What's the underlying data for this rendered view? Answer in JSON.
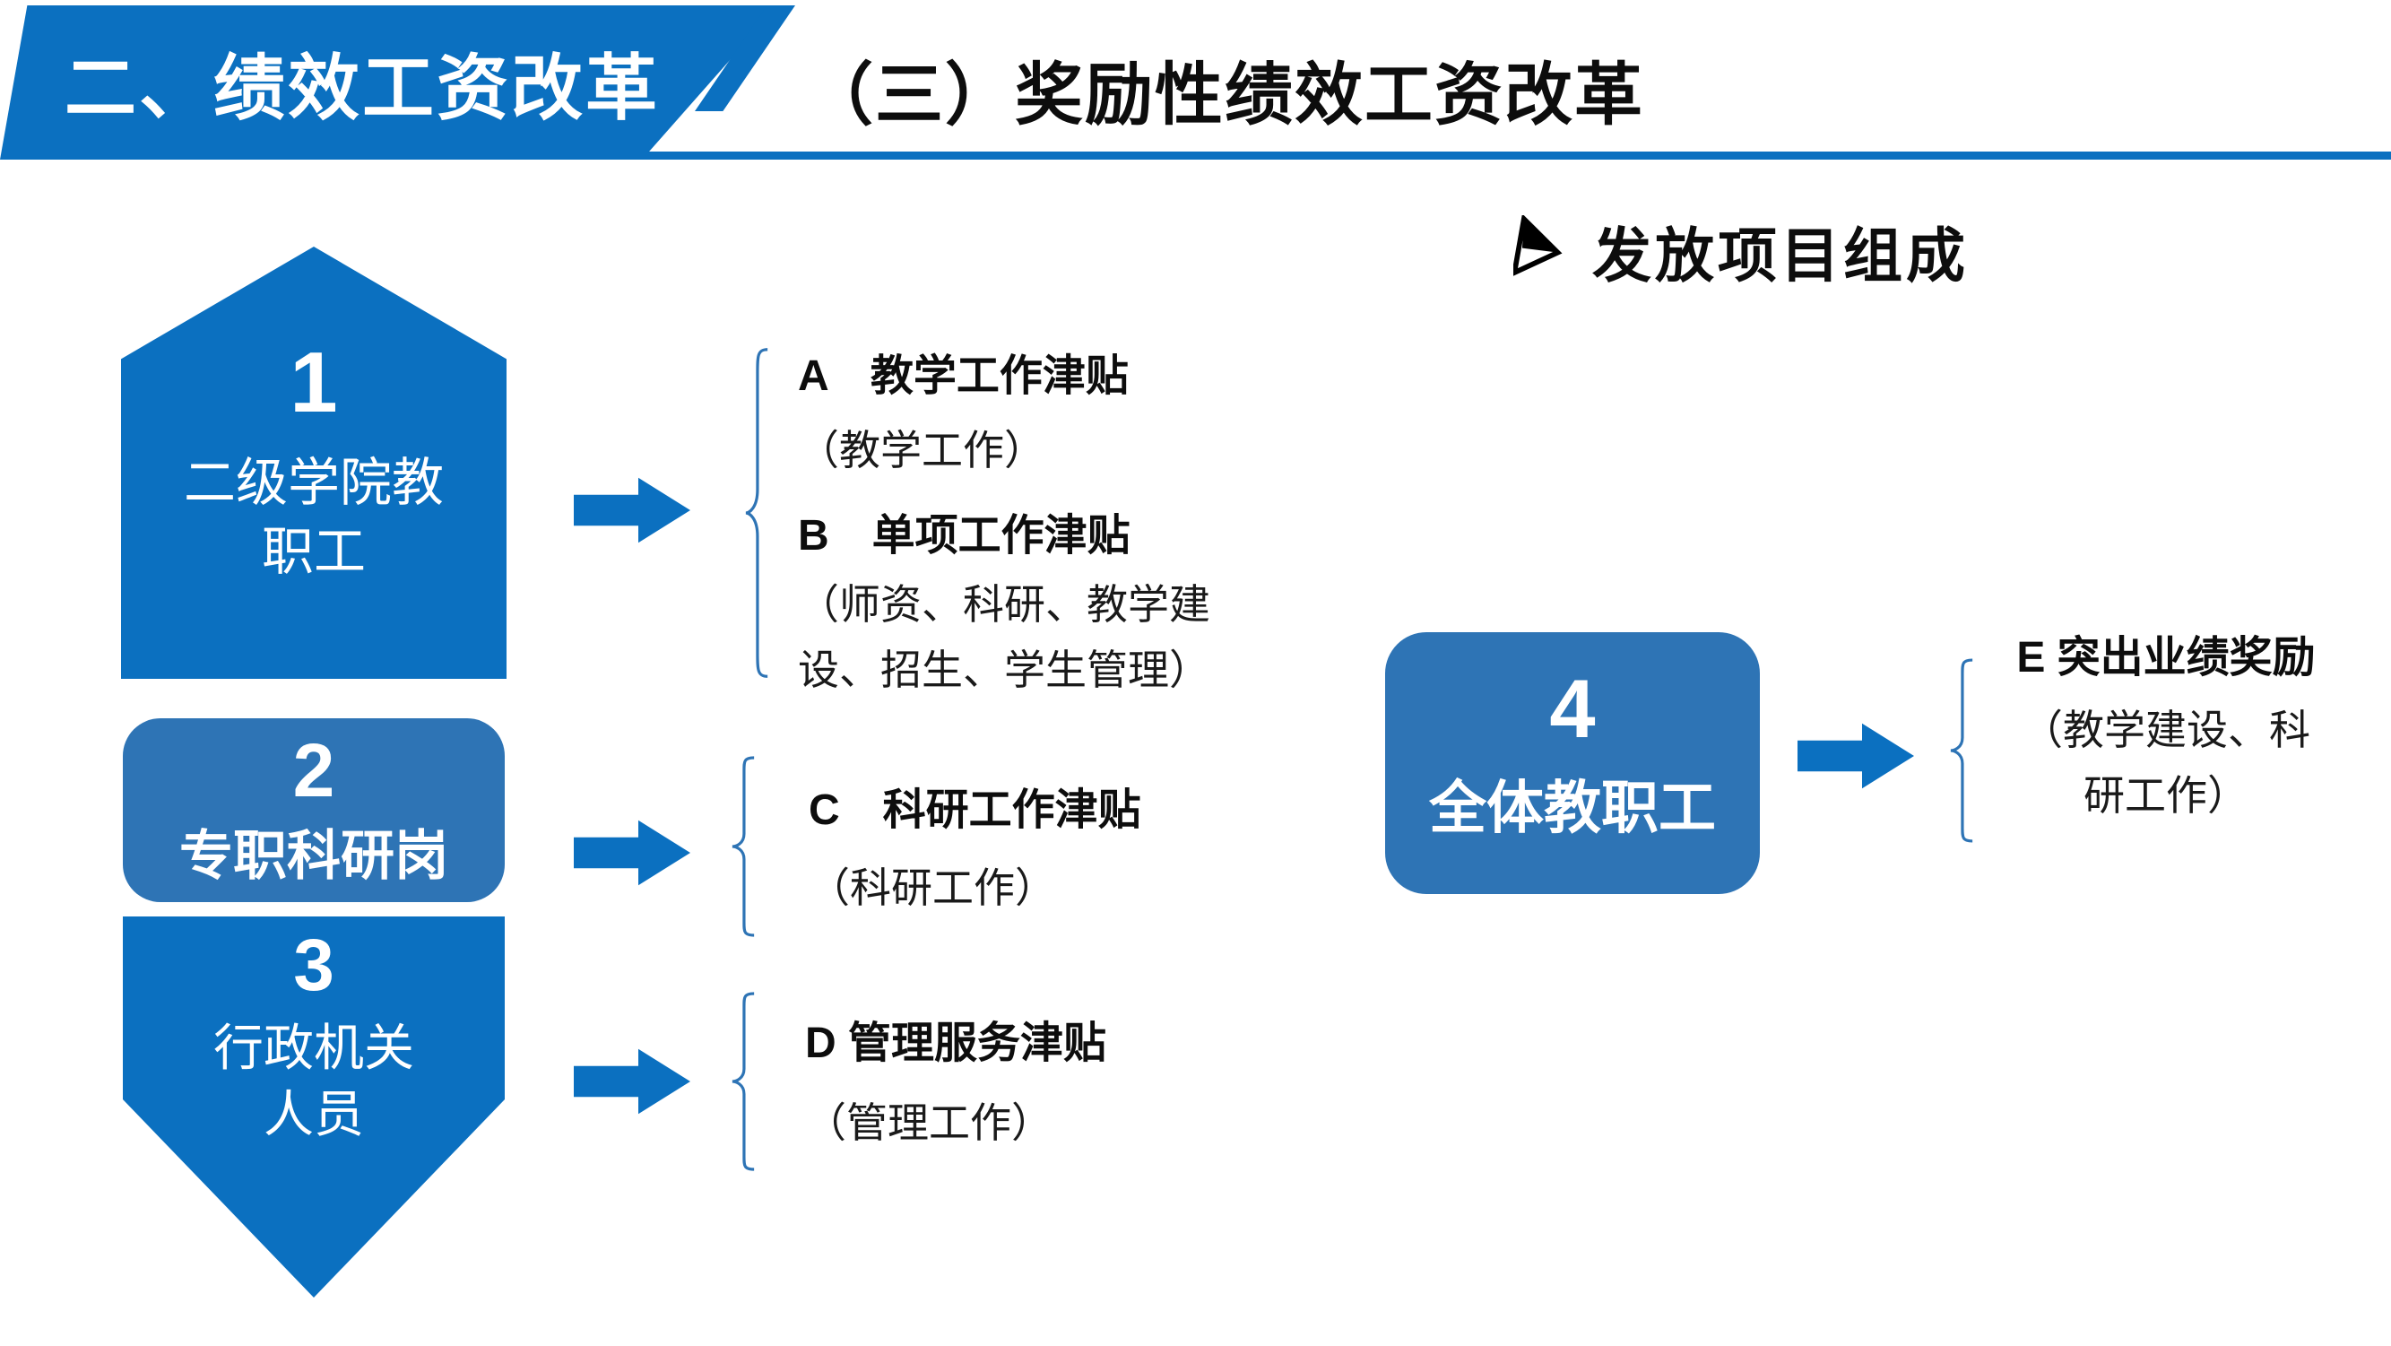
{
  "header": {
    "banner_label": "二、绩效工资改革",
    "page_title": "（三）奖励性绩效工资改革"
  },
  "section": {
    "bullet_icon": "arrowhead-right",
    "heading": "发放项目组成"
  },
  "groups": [
    {
      "number": "1",
      "label": "二级学院教\n职工",
      "shape": "pentagon-up"
    },
    {
      "number": "2",
      "label": "专职科研岗",
      "shape": "rounded-rect"
    },
    {
      "number": "3",
      "label": "行政机关\n人员",
      "shape": "pentagon-down"
    },
    {
      "number": "4",
      "label": "全体教职工",
      "shape": "rounded-rect"
    }
  ],
  "allowances": [
    {
      "code": "A",
      "title": "A　教学工作津贴",
      "detail": "（教学工作）"
    },
    {
      "code": "B",
      "title": "B　单项工作津贴",
      "detail": "（师资、科研、教学建\n设、招生、学生管理）"
    },
    {
      "code": "C",
      "title": "C　科研工作津贴",
      "detail": "（科研工作）"
    },
    {
      "code": "D",
      "title": "D 管理服务津贴",
      "detail": "（管理工作）"
    },
    {
      "code": "E",
      "title": "E 突出业绩奖励",
      "detail": "（教学建设、科\n研工作）"
    }
  ],
  "colors": {
    "bright_blue": "#0b70c0",
    "steel_blue": "#2e74b5",
    "text": "#0d0d0d"
  }
}
